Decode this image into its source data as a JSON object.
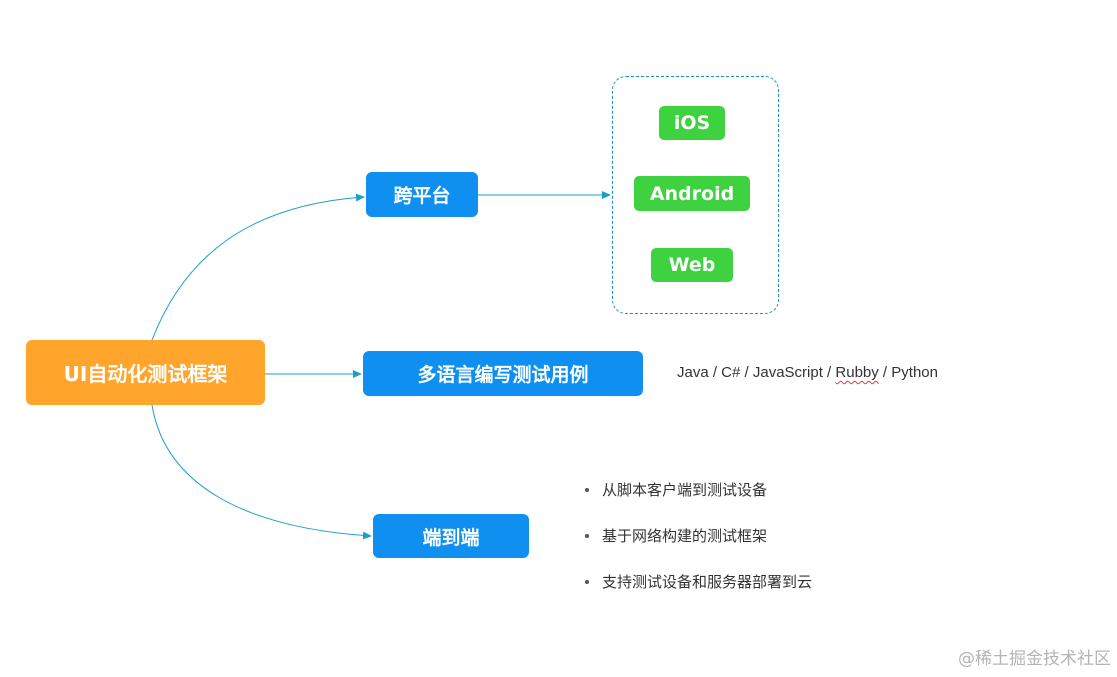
{
  "root": {
    "label": "UI自动化测试框架"
  },
  "branches": {
    "cross_platform": {
      "label": "跨平台",
      "platforms": [
        "iOS",
        "Android",
        "Web"
      ]
    },
    "multi_language": {
      "label": "多语言编写测试用例",
      "languages_before": "Java / C# / JavaScript / ",
      "languages_marked": "Rubby",
      "languages_after": " / Python"
    },
    "end_to_end": {
      "label": "端到端",
      "points": [
        "从脚本客户端到测试设备",
        "基于网络构建的测试框架",
        "支持测试设备和服务器部署到云"
      ]
    }
  },
  "watermark": "@稀土掘金技术社区",
  "colors": {
    "root": "#ffa52b",
    "branch": "#0f90f0",
    "platform": "#3ed140",
    "connector": "#1aa0c8"
  }
}
